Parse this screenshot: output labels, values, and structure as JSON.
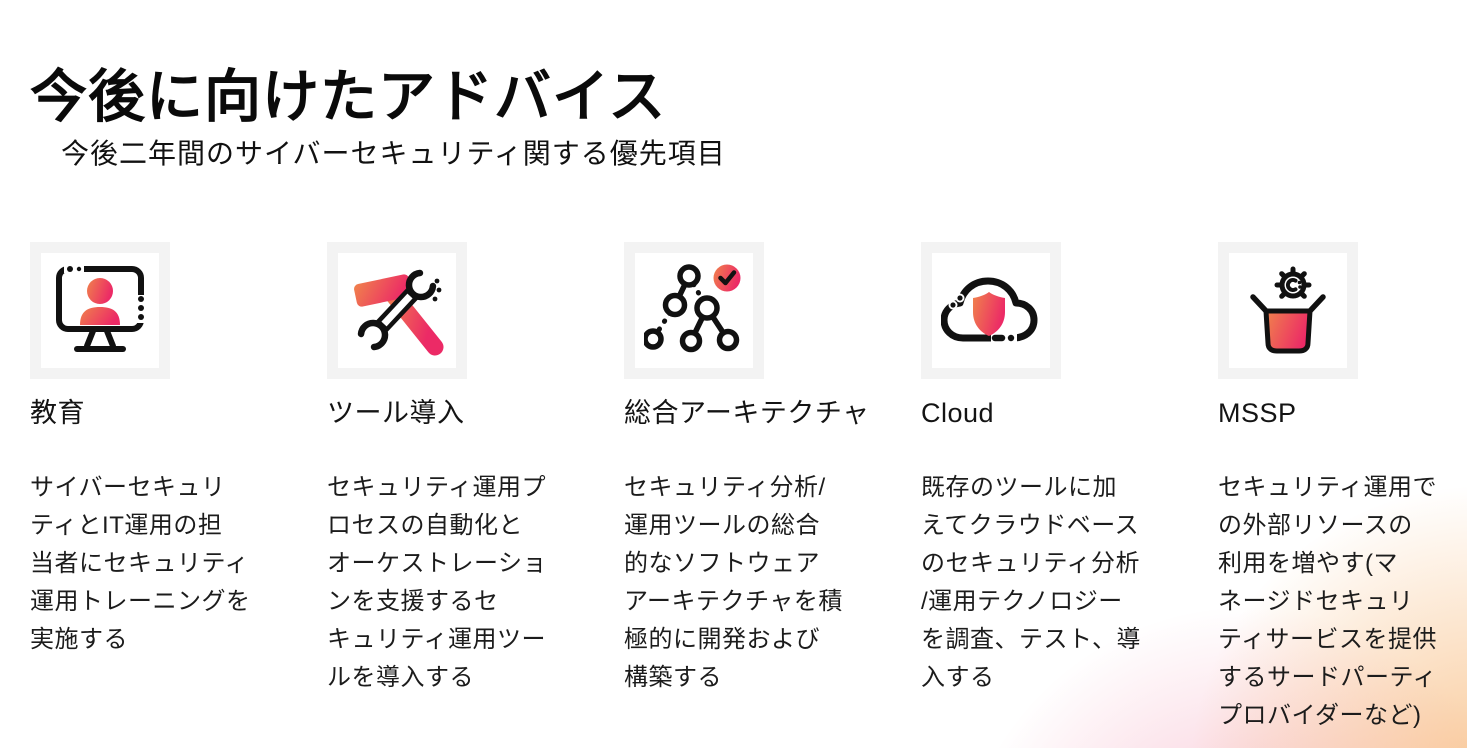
{
  "page": {
    "title": "今後に向けたアドバイス",
    "subtitle": "今後二年間のサイバーセキュリティ関する優先項目"
  },
  "colors": {
    "gradient_start": "#F0824C",
    "gradient_end": "#EC2A66",
    "icon_outline": "#111111",
    "tile_background": "#F3F3F3"
  },
  "cards": [
    {
      "icon": "education-monitor-person-icon",
      "title": "教育",
      "body_lines": [
        "サイバーセキュリ",
        "ティとIT運用の担",
        "当者にセキュリティ",
        "運用トレーニングを",
        "実施する"
      ]
    },
    {
      "icon": "hammer-wrench-tools-icon",
      "title": "ツール導入",
      "body_lines": [
        "セキュリティ運用プ",
        "ロセスの自動化と",
        "オーケストレーショ",
        "ンを支援するセ",
        "キュリティ運用ツー",
        "ルを導入する"
      ]
    },
    {
      "icon": "network-tree-check-icon",
      "title": "総合アーキテクチャ",
      "body_lines": [
        "セキュリティ分析/",
        "運用ツールの総合",
        "的なソフトウェア",
        "アーキテクチャを積",
        "極的に開発および",
        "構築する"
      ]
    },
    {
      "icon": "cloud-shield-icon",
      "title": "Cloud",
      "body_lines": [
        "既存のツールに加",
        "えてクラウドベース",
        "のセキュリティ分析",
        "/運用テクノロジー",
        "を調査、テスト、導",
        "入する"
      ]
    },
    {
      "icon": "open-box-gear-icon",
      "title": "MSSP",
      "body_lines": [
        "セキュリティ運用で",
        "の外部リソースの",
        "利用を増やす(マ",
        "ネージドセキュリ",
        "ティサービスを提供",
        "するサードパーティ",
        "プロバイダーなど)"
      ]
    }
  ]
}
